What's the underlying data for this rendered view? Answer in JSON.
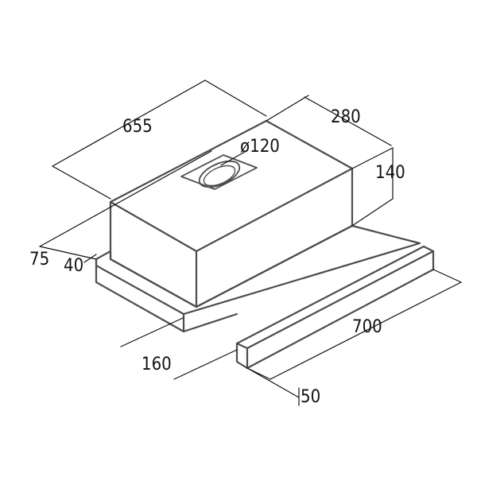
{
  "dimensions": {
    "width_top": "655",
    "depth_top": "280",
    "height_motor": "140",
    "outlet_diameter": "ø120",
    "back_offset": "75",
    "panel_height": "40",
    "front_depth": "160",
    "total_width": "700",
    "front_strip": "50"
  },
  "colors": {
    "outline": "#4d4d4d",
    "dimension": "#111111",
    "background": "#ffffff"
  }
}
